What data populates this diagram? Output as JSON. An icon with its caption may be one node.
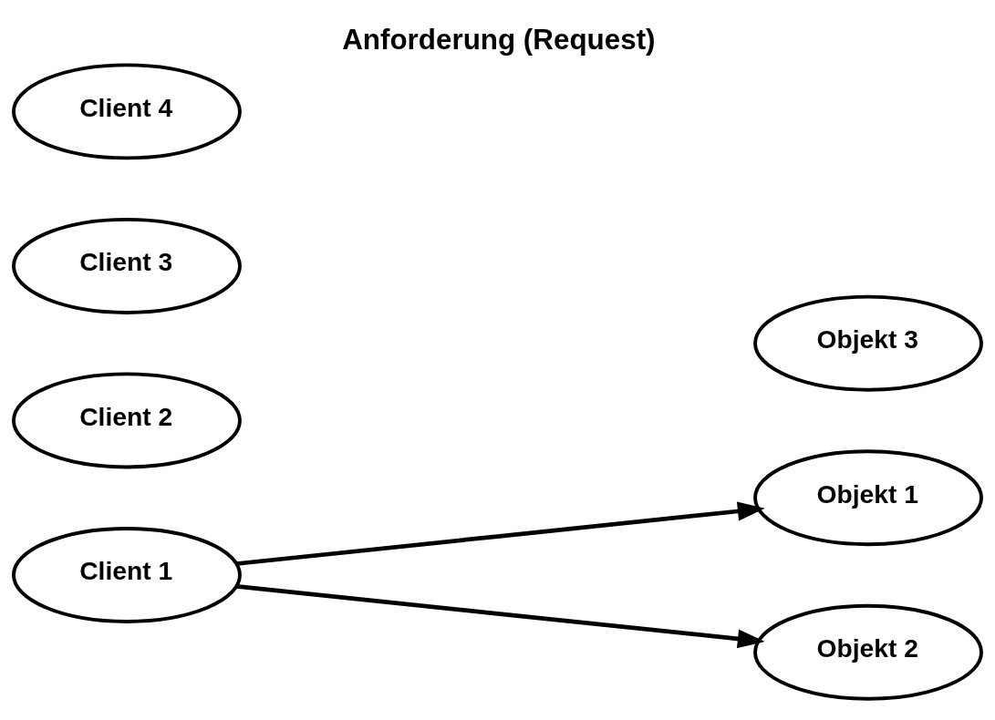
{
  "diagram": {
    "title": "Anforderung (Request)",
    "nodes": [
      {
        "text": [
          "Client 1"
        ]
      },
      {
        "text": [
          "Client 2"
        ]
      },
      {
        "text": [
          "Client 3"
        ]
      },
      {
        "text": [
          "Client 4"
        ]
      },
      {
        "text": [
          "Objekt 1"
        ]
      },
      {
        "text": [
          "Objekt 2"
        ]
      },
      {
        "text": [
          "Objekt 3"
        ]
      }
    ],
    "edges": [
      {
        "from": 0,
        "to": 4,
        "arrow": "to"
      },
      {
        "from": 0,
        "to": 5,
        "arrow": "to"
      }
    ]
  }
}
